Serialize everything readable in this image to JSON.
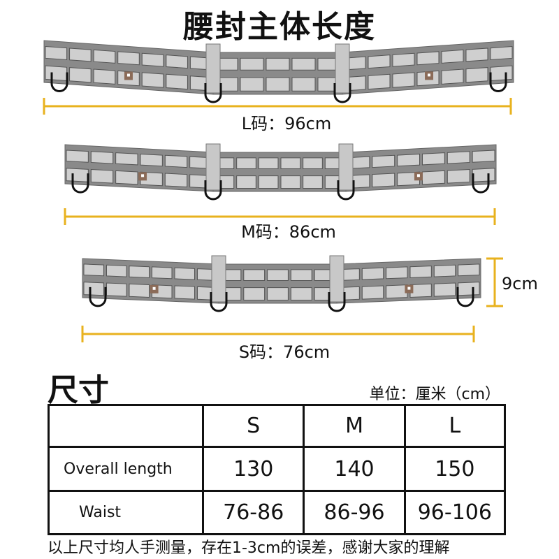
{
  "title": "腰封主体长度",
  "belts": [
    {
      "size": "L",
      "label": "L码：96cm",
      "length_cm": 96
    },
    {
      "size": "M",
      "label": "M码：86cm",
      "length_cm": 86
    },
    {
      "size": "S",
      "label": "S码：76cm",
      "length_cm": 76
    }
  ],
  "height_label": "9cm",
  "colors": {
    "accent": "#E8B21E",
    "belt": "#8A8A8A",
    "cell": "#CFCFCF"
  },
  "size_heading": "尺寸",
  "unit_label": "单位：厘米（cm）",
  "table": {
    "headers": [
      "",
      "S",
      "M",
      "L"
    ],
    "rows": [
      {
        "label": "Overall length",
        "values": [
          "130",
          "140",
          "150"
        ]
      },
      {
        "label": "Waist",
        "values": [
          "76-86",
          "86-96",
          "96-106"
        ]
      }
    ]
  },
  "note": "以上尺寸均人手测量，存在1-3cm的误差，感谢大家的理解"
}
